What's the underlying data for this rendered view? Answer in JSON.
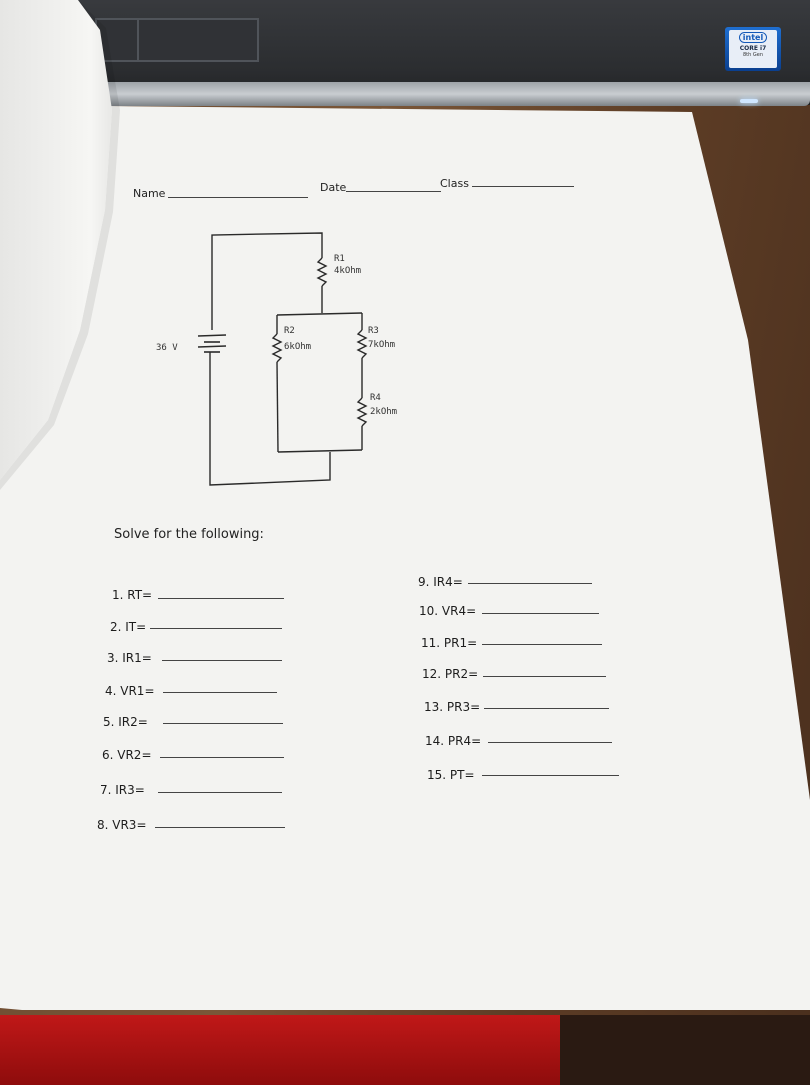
{
  "header": {
    "name_label": "Name",
    "date_label": "Date",
    "class_label": "Class"
  },
  "laptop": {
    "badge_brand": "intel",
    "badge_line1": "CORE i7",
    "badge_line2": "8th Gen"
  },
  "circuit": {
    "source": "36 V",
    "r1_name": "R1",
    "r1_value": "4kOhm",
    "r2_name": "R2",
    "r2_value": "6kOhm",
    "r3_name": "R3",
    "r3_value": "7kOhm",
    "r4_name": "R4",
    "r4_value": "2kOhm"
  },
  "instructions": "Solve for the following:",
  "questions": [
    {
      "label": "1. RT="
    },
    {
      "label": "2. IT="
    },
    {
      "label": "3. IR1="
    },
    {
      "label": "4. VR1="
    },
    {
      "label": "5. IR2="
    },
    {
      "label": "6. VR2="
    },
    {
      "label": "7. IR3="
    },
    {
      "label": "8. VR3="
    },
    {
      "label": "9. IR4="
    },
    {
      "label": "10. VR4="
    },
    {
      "label": "11. PR1="
    },
    {
      "label": "12. PR2="
    },
    {
      "label": "13. PR3="
    },
    {
      "label": "14. PR4="
    },
    {
      "label": "15. PT="
    }
  ]
}
